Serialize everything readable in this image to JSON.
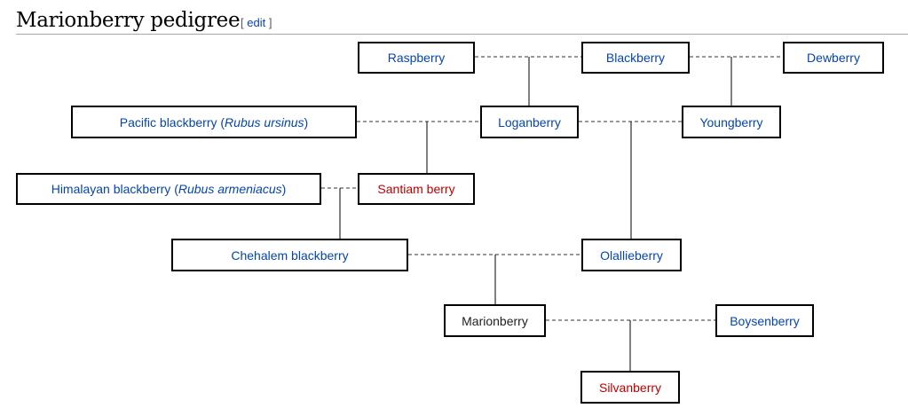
{
  "heading": {
    "title": "Marionberry pedigree",
    "edit_open": "[ ",
    "edit_label": "edit",
    "edit_close": " ]"
  },
  "colors": {
    "link": "#0645ad",
    "redlink": "#ba0000",
    "self": "#202122",
    "border": "#000000"
  },
  "nodes": {
    "raspberry": {
      "label": "Raspberry",
      "type": "link"
    },
    "blackberry": {
      "label": "Blackberry",
      "type": "link"
    },
    "dewberry": {
      "label": "Dewberry",
      "type": "link"
    },
    "pacific": {
      "label_prefix": "Pacific blackberry (",
      "label_italic": "Rubus ursinus",
      "label_suffix": ")",
      "type": "link"
    },
    "loganberry": {
      "label": "Loganberry",
      "type": "link"
    },
    "youngberry": {
      "label": "Youngberry",
      "type": "link"
    },
    "himalayan": {
      "label_prefix": "Himalayan blackberry (",
      "label_italic": "Rubus armeniacus",
      "label_suffix": ")",
      "type": "link"
    },
    "santiam": {
      "label": "Santiam berry",
      "type": "redlink"
    },
    "chehalem": {
      "label": "Chehalem blackberry",
      "type": "link"
    },
    "olallieberry": {
      "label": "Olallieberry",
      "type": "link"
    },
    "marionberry": {
      "label": "Marionberry",
      "type": "self"
    },
    "boysenberry": {
      "label": "Boysenberry",
      "type": "link"
    },
    "silvanberry": {
      "label": "Silvanberry",
      "type": "redlink"
    }
  },
  "crosses": [
    {
      "parents": [
        "Raspberry",
        "Blackberry"
      ],
      "child": "Loganberry"
    },
    {
      "parents": [
        "Blackberry",
        "Dewberry"
      ],
      "child": "Youngberry"
    },
    {
      "parents": [
        "Pacific blackberry",
        "Loganberry"
      ],
      "child": "Santiam berry"
    },
    {
      "parents": [
        "Loganberry",
        "Youngberry"
      ],
      "child": "Olallieberry"
    },
    {
      "parents": [
        "Himalayan blackberry",
        "Santiam berry"
      ],
      "child": "Chehalem blackberry"
    },
    {
      "parents": [
        "Chehalem blackberry",
        "Olallieberry"
      ],
      "child": "Marionberry"
    },
    {
      "parents": [
        "Marionberry",
        "Boysenberry"
      ],
      "child": "Silvanberry"
    }
  ]
}
